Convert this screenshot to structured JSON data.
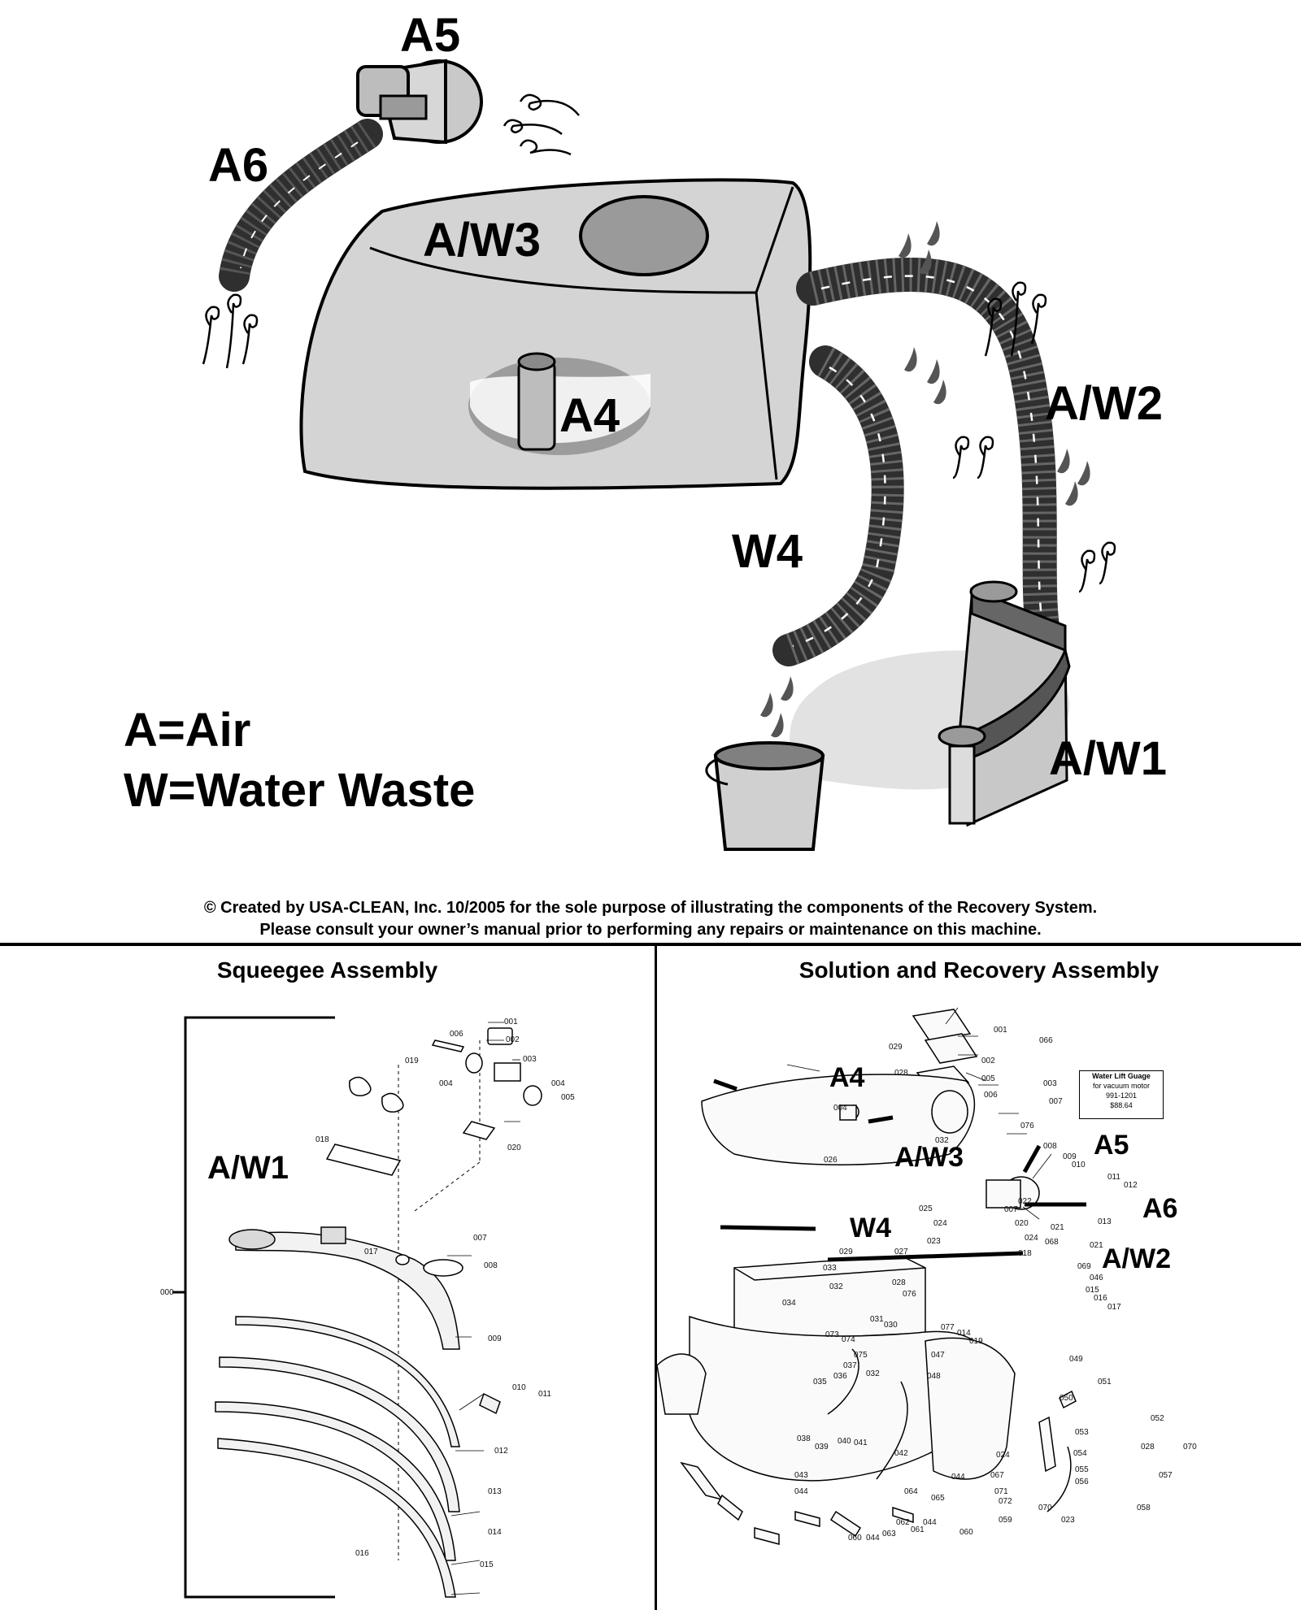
{
  "top": {
    "labels": {
      "a5": "A5",
      "a6": "A6",
      "aw3": "A/W3",
      "a4": "A4",
      "aw2": "A/W2",
      "w4": "W4",
      "aw1": "A/W1"
    },
    "legend": {
      "air": "A=Air",
      "water": "W=Water Waste"
    }
  },
  "credit": {
    "line1": "© Created by USA-CLEAN, Inc. 10/2005 for the sole purpose of illustrating the components of the Recovery System.",
    "line2": "Please consult your owner’s manual prior to performing any repairs or maintenance on this machine."
  },
  "squeegee": {
    "title": "Squeegee Assembly",
    "callout": "A/W1",
    "edge_label": "000",
    "parts": [
      "001",
      "002",
      "003",
      "004",
      "005",
      "006",
      "004",
      "019",
      "018",
      "020",
      "007",
      "017",
      "008",
      "009",
      "010",
      "011",
      "012",
      "013",
      "014",
      "015",
      "016"
    ]
  },
  "recovery": {
    "title": "Solution and Recovery Assembly",
    "callouts": {
      "a4": "A4",
      "aw3": "A/W3",
      "a5": "A5",
      "a6": "A6",
      "w4": "W4",
      "aw2": "A/W2"
    },
    "gauge": {
      "title": "Water Lift Guage",
      "line1": "for vacuum motor",
      "line2": "991-1201",
      "line3": "$88.64"
    },
    "parts": [
      "001",
      "066",
      "029",
      "002",
      "028",
      "005",
      "003",
      "006",
      "007",
      "004",
      "032",
      "076",
      "026",
      "008",
      "009",
      "010",
      "011",
      "012",
      "025",
      "013",
      "022",
      "007",
      "020",
      "021",
      "024",
      "068",
      "023",
      "024",
      "021",
      "018",
      "069",
      "046",
      "015",
      "016",
      "017",
      "029",
      "027",
      "033",
      "032",
      "028",
      "076",
      "034",
      "031",
      "030",
      "073",
      "074",
      "075",
      "037",
      "032",
      "077",
      "014",
      "019",
      "047",
      "048",
      "049",
      "035",
      "036",
      "051",
      "050",
      "052",
      "053",
      "038",
      "039",
      "040",
      "041",
      "042",
      "024",
      "054",
      "028",
      "070",
      "055",
      "056",
      "057",
      "043",
      "044",
      "064",
      "065",
      "067",
      "071",
      "072",
      "070",
      "058",
      "044",
      "060",
      "044",
      "063",
      "062",
      "061",
      "044",
      "059",
      "060",
      "023"
    ]
  },
  "colors": {
    "tank": "#d4d4d4",
    "tank_shadow": "#bdbdbd",
    "hose": "#2f2f2f",
    "puddle": "#e2e2e2",
    "ink": "#000000"
  }
}
